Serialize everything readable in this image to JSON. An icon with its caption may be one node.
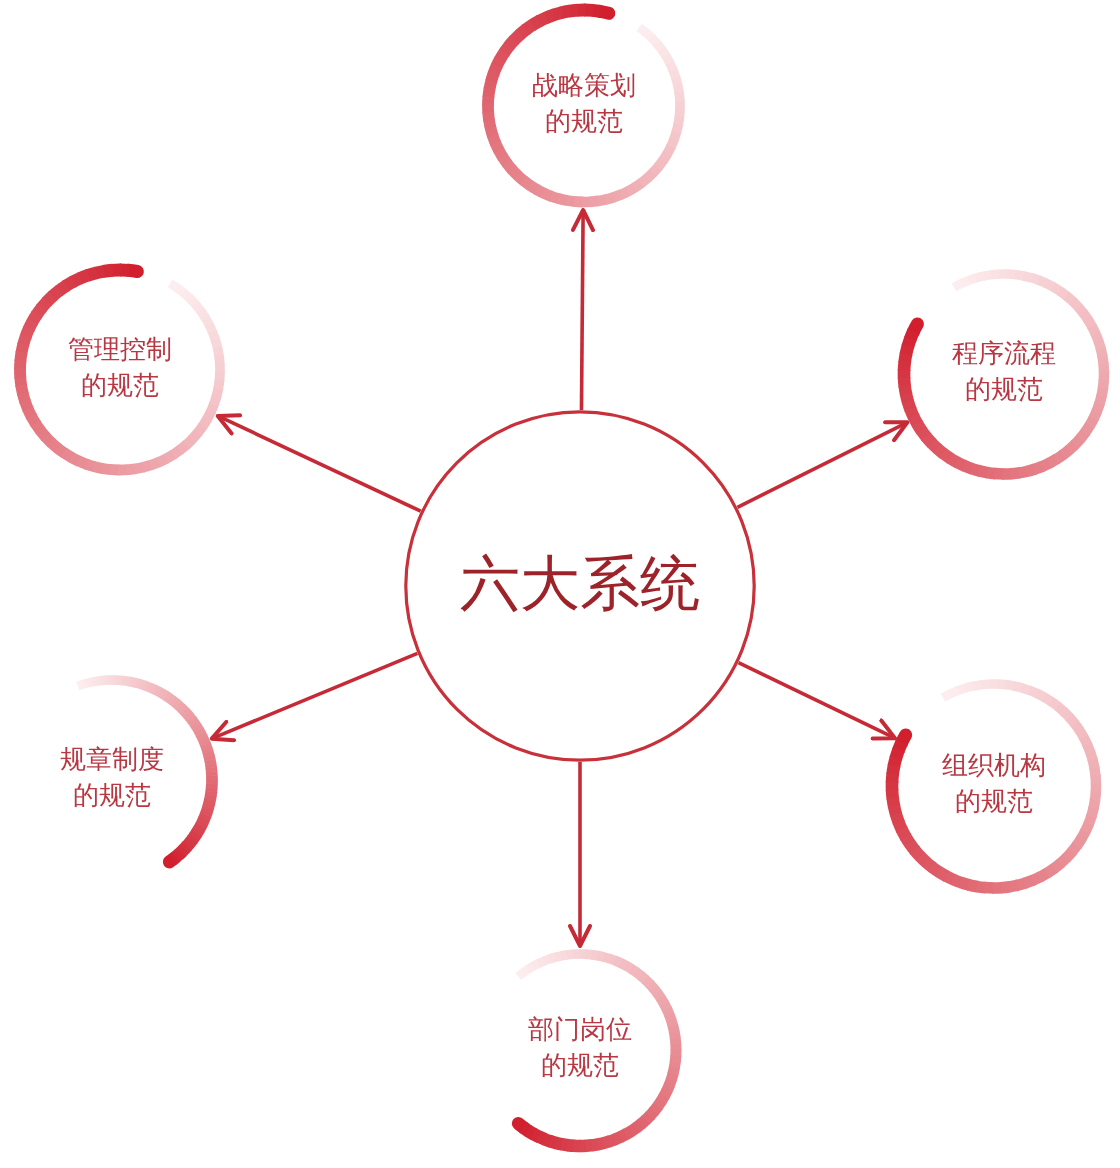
{
  "diagram": {
    "nodes": [
      {
        "text": [
          "战略策划的规范"
        ]
      },
      {
        "text": [
          "管理控制的规范"
        ]
      },
      {
        "text": [
          "程序流程的规范"
        ]
      },
      {
        "text": [
          "六大系统"
        ]
      },
      {
        "text": [
          "规章制度的规范"
        ]
      },
      {
        "text": [
          "组织机构的规范"
        ]
      },
      {
        "text": [
          "部门岗位的规范"
        ]
      }
    ],
    "edges": [
      {
        "from": 3,
        "to": 0,
        "arrow": "to"
      },
      {
        "from": 3,
        "to": 1,
        "arrow": "to"
      },
      {
        "from": 3,
        "to": 2,
        "arrow": "to"
      },
      {
        "from": 3,
        "to": 4,
        "arrow": "to"
      },
      {
        "from": 3,
        "to": 5,
        "arrow": "to"
      },
      {
        "from": 3,
        "to": 6,
        "arrow": "to"
      }
    ]
  }
}
